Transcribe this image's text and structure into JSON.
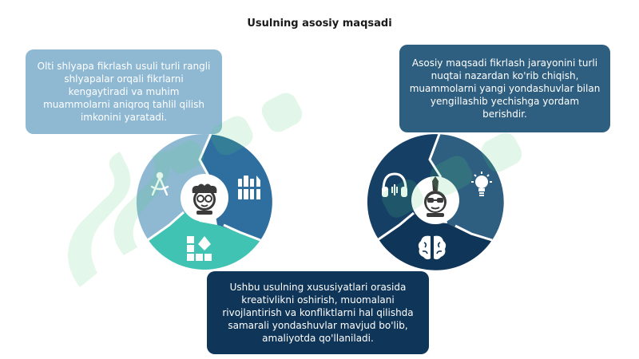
{
  "title": "Usulning asosiy maqsadi",
  "cards": {
    "left": "Olti shlyapa fikrlash usuli turli rangli shlyapalar orqali fikrlarni kengaytiradi va muhim muammolarni aniqroq tahlil qilish imkonini yaratadi.",
    "right": "Asosiy maqsadi fikrlash jarayonini turli nuqtai nazardan ko'rib chiqish, muammolarni yangi yondashuvlar bilan yengillashib yechishga yordam berishdir.",
    "bottom": "Ushbu usulning xususiyatlari orasida kreativlikni oshirish, muomalani rivojlantirish va konfliktlarni hal qilishda samarali yondashuvlar mavjud bo'lib, amaliyotda qo'llaniladi."
  },
  "colors": {
    "left_top_segment": "#8fb9d3",
    "left_right_segment": "#2f6f9f",
    "left_bottom_segment": "#40c3b3",
    "right_left_segment": "#163f66",
    "right_right_segment": "#2f5f80",
    "right_bottom_segment": "#0f3558",
    "hub": "#ffffff",
    "watermark": "#4fd07a"
  },
  "icons": {
    "left_top": "compass-icon",
    "left_right": "pencils-icon",
    "left_bottom": "shapes-icon",
    "left_center": "scientist-avatar-icon",
    "right_left": "headphones-icon",
    "right_right": "lightbulb-icon",
    "right_bottom": "brain-icon",
    "right_center": "punk-avatar-icon"
  }
}
